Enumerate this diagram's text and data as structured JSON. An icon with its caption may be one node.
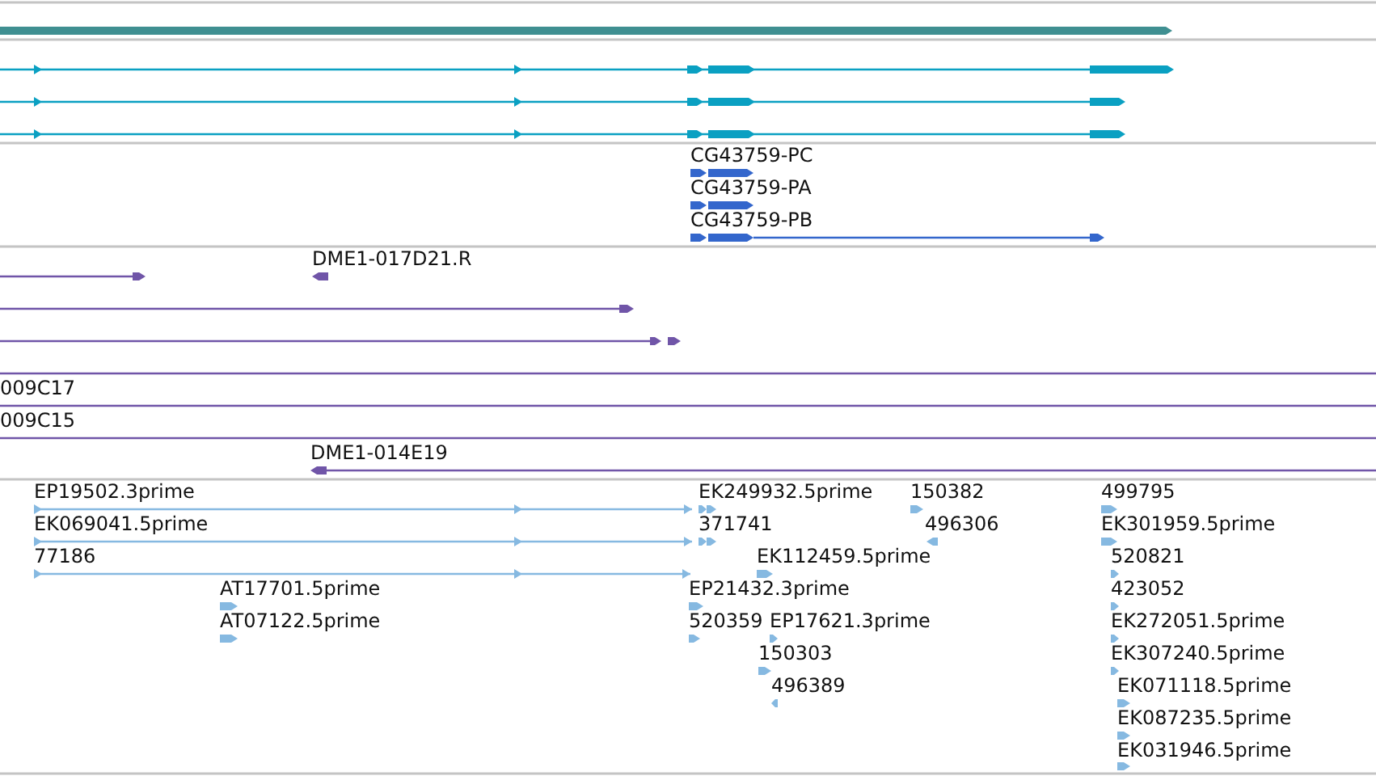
{
  "diagram": {
    "labels": [
      "CG43759-PC",
      "CG43759-PA",
      "CG43759-PB",
      "DME1-017D21.R",
      "009C17",
      "009C15",
      "DME1-014E19",
      "EP19502.3prime",
      "EK249932.5prime",
      "150382",
      "499795",
      "EK069041.5prime",
      "371741",
      "496306",
      "EK301959.5prime",
      "77186",
      "EK112459.5prime",
      "520821",
      "AT17701.5prime",
      "EP21432.3prime",
      "423052",
      "AT07122.5prime",
      "520359",
      "EP17621.3prime",
      "EK272051.5prime",
      "150303",
      "EK307240.5prime",
      "496389",
      "EK071118.5prime",
      "EK087235.5prime",
      "EK031946.5prime"
    ]
  }
}
